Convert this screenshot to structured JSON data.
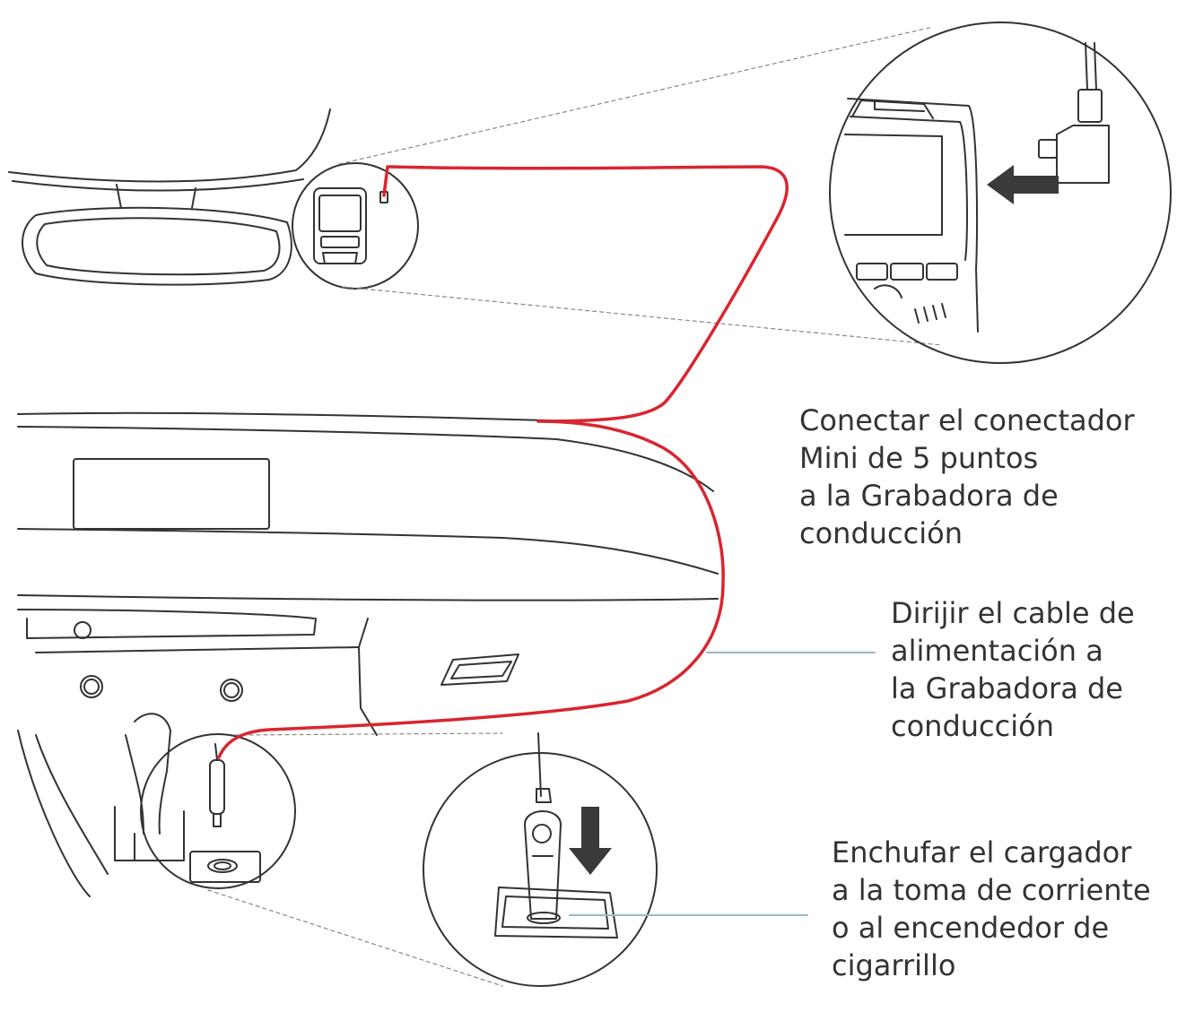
{
  "captions": {
    "connect": {
      "lines": [
        "Conectar el conectador",
        "Mini de 5 puntos",
        "a la Grabadora de",
        "conducción"
      ]
    },
    "route": {
      "lines": [
        "Dirijir el cable de",
        "alimentación a",
        "la Grabadora de",
        "conducción"
      ]
    },
    "plug": {
      "lines": [
        "Enchufar el cargador",
        "a la toma de corriente",
        "o al encendedor de",
        "cigarrillo"
      ]
    }
  },
  "colors": {
    "cable": "#d8262f",
    "line_art": "#333333",
    "leader": "#9ab8c4",
    "arrow": "#3a3a3a"
  },
  "icons": {
    "insert_arrow_top": "arrow-left-icon",
    "insert_arrow_bottom": "arrow-down-icon"
  }
}
